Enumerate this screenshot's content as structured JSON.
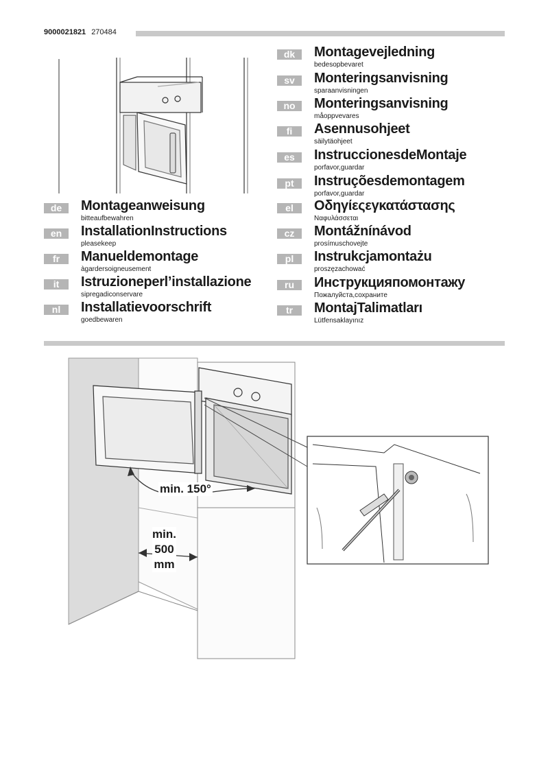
{
  "header": {
    "doc_number": "9000021821",
    "doc_code": "270484"
  },
  "languages_left": [
    {
      "code": "de",
      "title": "Montageanweisung",
      "subtitle": "bitteaufbewahren"
    },
    {
      "code": "en",
      "title": "InstallationInstructions",
      "subtitle": "pleasekeep"
    },
    {
      "code": "fr",
      "title": "Manueldemontage",
      "subtitle": "àgardersoigneusement"
    },
    {
      "code": "it",
      "title": "Istruzioneperl’installazione",
      "subtitle": "sipregadiconservare"
    },
    {
      "code": "nl",
      "title": "Installatievoorschrift",
      "subtitle": "goedbewaren"
    }
  ],
  "languages_right": [
    {
      "code": "dk",
      "title": "Montagevejledning",
      "subtitle": "bedesopbevaret"
    },
    {
      "code": "sv",
      "title": "Monteringsanvisning",
      "subtitle": "sparaanvisningen"
    },
    {
      "code": "no",
      "title": "Monteringsanvisning",
      "subtitle": "måoppvevares"
    },
    {
      "code": "fi",
      "title": "Asennusohjeet",
      "subtitle": "säilytäohjeet"
    },
    {
      "code": "es",
      "title": "InstruccionesdeMontaje",
      "subtitle": "porfavor,guardar"
    },
    {
      "code": "pt",
      "title": "Instruçõesdemontagem",
      "subtitle": "porfavor,guardar"
    },
    {
      "code": "el",
      "title": "Οδηγίεςεγκατάστασης",
      "subtitle": "Ναφυλάσσεται"
    },
    {
      "code": "cz",
      "title": "Montážnínávod",
      "subtitle": "prosímuschovejte"
    },
    {
      "code": "pl",
      "title": "Instrukcjamontażu",
      "subtitle": "proszęzachować"
    },
    {
      "code": "ru",
      "title": "Инструкцияпомонтажу",
      "subtitle": "Пожалуйста,сохраните"
    },
    {
      "code": "tr",
      "title": "MontajTalimatları",
      "subtitle": "Lütfensaklayınız"
    }
  ],
  "diagram": {
    "angle_label": "min. 150°",
    "clearance_line1": "min.",
    "clearance_line2": "500",
    "clearance_line3": "mm"
  }
}
